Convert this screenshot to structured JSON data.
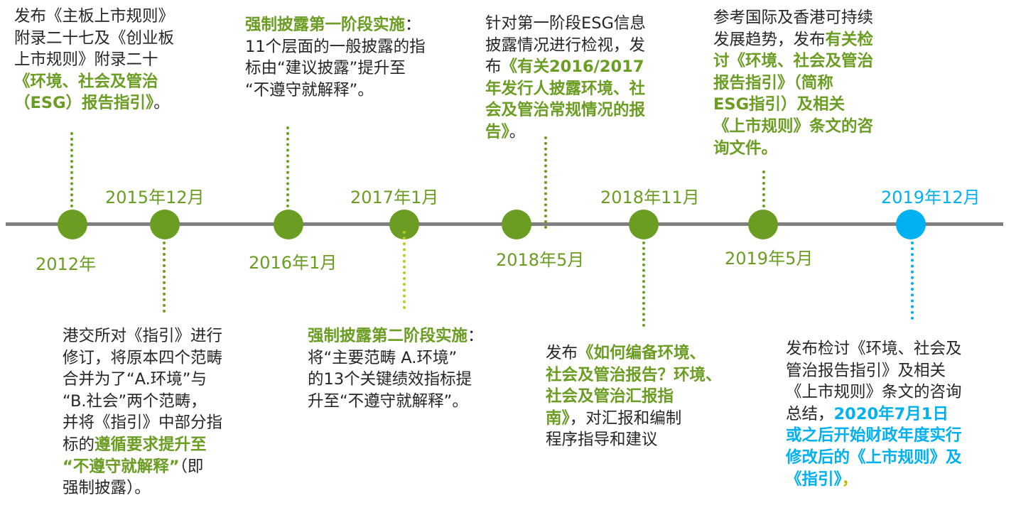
{
  "dates": {
    "d2012": "2012年",
    "d2015_12": "2015年12月",
    "d2016_1": "2016年1月",
    "d2017_1": "2017年1月",
    "d2018_5": "2018年5月",
    "d2018_11": "2018年11月",
    "d2019_5": "2019年5月",
    "d2019_12": "2019年12月"
  },
  "events": {
    "e2012": {
      "l1": "发布《主板上市规则》",
      "l2": "附录二十七及《创业板",
      "l3": "上市规则》附录二十",
      "l4": "《环境、社会及管治",
      "l5a": "（ESG）报告指引》",
      "l5b": "。"
    },
    "e2016": {
      "l1a": "强制披露第一阶段实施",
      "l1b": "：",
      "l2": "11个层面的一般披露的指",
      "l3": "标由“建议披露”提升至",
      "l4": "“不遵守就解释”。"
    },
    "e2018_5": {
      "l1": "针对第一阶段ESG信息",
      "l2": "披露情况进行检视，发",
      "l3a": "布",
      "l3b": "《有关2016/2017",
      "l4": "年发行人披露环境、社",
      "l5": "会及管治常规情况的报",
      "l6a": "告》",
      "l6b": "。"
    },
    "e2019_5": {
      "l1": "参考国际及香港可持续",
      "l2a": "发展趋势，发布",
      "l2b": "有关检",
      "l3": "讨《环境、社会及管治",
      "l4": "报告指引》（简称",
      "l5": "ESG指引）及相关",
      "l6": "《上市规则》条文的咨",
      "l7": "询文件。"
    },
    "e2015_12": {
      "l1": "港交所对《指引》进行",
      "l2": "修订，将原本四个范畴",
      "l3": "合并为了“A.环境”与",
      "l4": "“B.社会”两个范畴，",
      "l5": "并将《指引》中部分指",
      "l6a": "标的",
      "l6b": "遵循要求提升至",
      "l7a": "“不遵守就解释”",
      "l7b": "（即",
      "l8": "强制披露）。"
    },
    "e2017_1": {
      "l1a": "强制披露第二阶段实施",
      "l1b": "：",
      "l2": "将“主要范畴 A.环境”",
      "l3": "的13个关键绩效指标提",
      "l4": "升至“不遵守就解释”。"
    },
    "e2018_11": {
      "l1a": "发布",
      "l1b": "《如何编备环境、",
      "l2": "社会及管治报告？环境、",
      "l3": "社会及管治汇报指",
      "l4a": "南》",
      "l4b": "，对汇报和编制",
      "l5": "程序指导和建议"
    },
    "e2019_12": {
      "l1": "发布检讨《环境、社会及",
      "l2": "管治报告指引》及相关",
      "l3": "《上市规则》条文的咨询",
      "l4a": "总结，",
      "l4b": "2020年7月1日",
      "l5": "或之后开始财政年度实行",
      "l6": "修改后的《上市规则》及",
      "l7a": "《指引》",
      "l7b": "，"
    }
  },
  "colors": {
    "green": "#6a9d22",
    "blue": "#00b0f0",
    "lime": "#b8cc1b",
    "axis": "#7f7f7f",
    "text": "#262626"
  }
}
